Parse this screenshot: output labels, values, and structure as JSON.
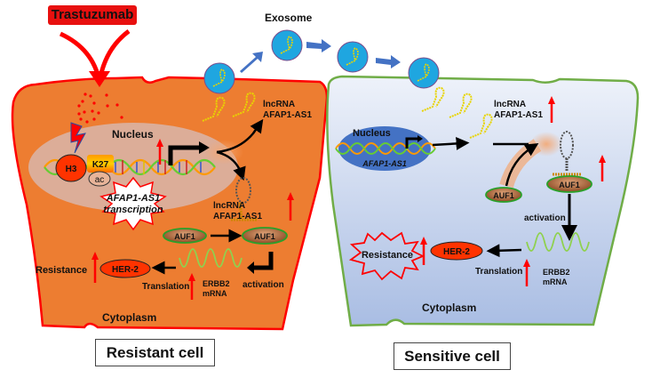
{
  "drug": {
    "label": "Trastuzumab"
  },
  "exosome": {
    "label": "Exosome",
    "count": 4
  },
  "resistant_cell": {
    "caption": "Resistant cell",
    "nucleus_label": "Nucleus",
    "histone": {
      "h3": "H3",
      "k27": "K27",
      "ac": "ac"
    },
    "transcription_burst": [
      "AFAP1-AS1",
      "transcription"
    ],
    "lncrna_top": [
      "lncRNA",
      "AFAP1-AS1"
    ],
    "lncrna_mid": [
      "lncRNA",
      "AFAP1-AS1"
    ],
    "auf1_free": "AUF1",
    "auf1_bound": "AUF1",
    "activation": "activation",
    "mrna": [
      "ERBB2",
      "mRNA"
    ],
    "translation": "Translation",
    "her2": "HER-2",
    "resistance": "Resistance",
    "cytoplasm": "Cytoplasm"
  },
  "sensitive_cell": {
    "caption": "Sensitive cell",
    "nucleus_label": "Nucleus",
    "gene_label": "AFAP1-AS1",
    "lncrna": [
      "lncRNA",
      "AFAP1-AS1"
    ],
    "auf1_free": "AUF1",
    "auf1_bound": "AUF1",
    "activation": "activation",
    "mrna": [
      "ERBB2",
      "mRNA"
    ],
    "translation": "Translation",
    "her2": "HER-2",
    "resistance": "Resistance",
    "cytoplasm": "Cytoplasm"
  },
  "colors": {
    "resistant_fill": "#ed7d31",
    "resistant_border": "#ff0000",
    "sensitive_fill_top": "#e9eef8",
    "sensitive_fill_bottom": "#a9bde3",
    "sensitive_border": "#70ad47",
    "exosome_fill": "#1fa6e0",
    "up_arrow": "#ff0000",
    "her2_fill": "#ff3300",
    "her2_text": "#ffff00",
    "auf1_fill": "#a0522d",
    "auf1_border": "#2aa02a",
    "nucleus_resistant": "#d9b2a4",
    "nucleus_sensitive": "#4472c4"
  }
}
